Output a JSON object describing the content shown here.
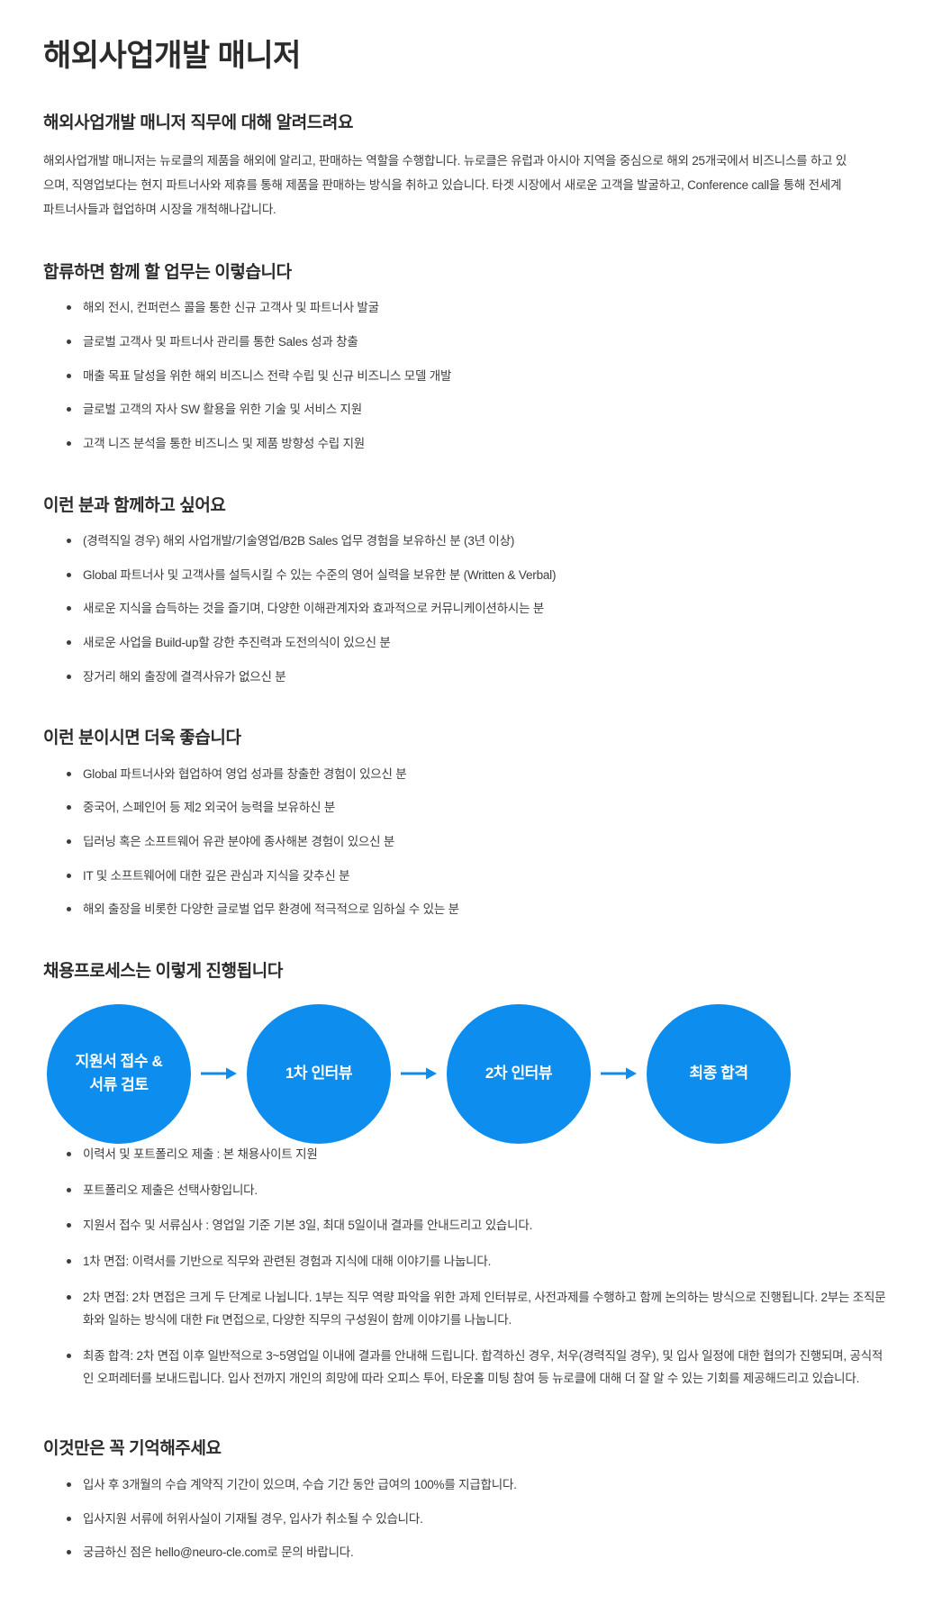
{
  "job_title": "해외사업개발 매니저",
  "accent_color": "#0d8eef",
  "text_color": "#3c3c3c",
  "heading_color": "#2b2b2b",
  "sections": {
    "about": {
      "heading": "해외사업개발 매니저 직무에 대해 알려드려요",
      "paragraph": "해외사업개발 매니저는 뉴로클의 제품을 해외에 알리고, 판매하는 역할을 수행합니다. 뉴로클은 유럽과 아시아 지역을 중심으로 해외 25개국에서 비즈니스를 하고 있으며, 직영업보다는 현지 파트너사와 제휴를 통해 제품을 판매하는 방식을 취하고 있습니다. 타겟 시장에서 새로운 고객을 발굴하고, Conference call을 통해 전세계 파트너사들과 협업하며 시장을 개척해나갑니다."
    },
    "responsibilities": {
      "heading": "합류하면 함께 할 업무는 이렇습니다",
      "items": [
        "해외 전시, 컨퍼런스 콜을 통한 신규 고객사 및 파트너사 발굴",
        "글로벌 고객사 및 파트너사 관리를 통한 Sales 성과 창출",
        "매출 목표 달성을 위한 해외 비즈니스 전략 수립 및 신규 비즈니스 모델 개발",
        "글로벌 고객의 자사 SW 활용을 위한 기술 및 서비스 지원",
        "고객 니즈 분석을 통한 비즈니스 및 제품 방향성 수립 지원"
      ]
    },
    "qualifications": {
      "heading": "이런 분과 함께하고 싶어요",
      "items": [
        "(경력직일 경우) 해외 사업개발/기술영업/B2B Sales 업무 경험을 보유하신 분 (3년 이상)",
        "Global 파트너사 및 고객사를 설득시킬 수 있는 수준의 영어 실력을 보유한 분 (Written & Verbal)",
        "새로운 지식을 습득하는 것을 즐기며, 다양한 이해관계자와 효과적으로 커뮤니케이션하시는 분",
        "새로운 사업을 Build-up할 강한 추진력과 도전의식이 있으신 분",
        "장거리 해외 출장에 결격사유가 없으신 분"
      ]
    },
    "preferred": {
      "heading": "이런 분이시면 더욱 좋습니다",
      "items": [
        "Global 파트너사와 협업하여 영업 성과를 창출한 경험이 있으신 분",
        "중국어, 스페인어 등 제2 외국어 능력을 보유하신 분",
        "딥러닝 혹은 소프트웨어 유관 분야에 종사해본 경험이 있으신 분",
        " IT 및 소프트웨어에 대한 깊은 관심과 지식을 갖추신 분",
        "해외 출장을 비롯한 다양한 글로벌 업무 환경에 적극적으로 임하실 수 있는 분"
      ]
    },
    "process": {
      "heading": "채용프로세스는 이렇게 진행됩니다",
      "steps": [
        {
          "label_lines": [
            "지원서 접수 &",
            "서류 검토"
          ]
        },
        {
          "label_lines": [
            "1차 인터뷰"
          ]
        },
        {
          "label_lines": [
            "2차 인터뷰"
          ]
        },
        {
          "label_lines": [
            "최종 합격"
          ]
        }
      ],
      "arrow_icon": "arrow-right-icon",
      "notes": [
        "이력서 및 포트폴리오 제출 : 본 채용사이트 지원",
        "포트폴리오 제출은 선택사항입니다.",
        "지원서 접수 및 서류심사 : 영업일 기준 기본 3일, 최대 5일이내 결과를 안내드리고 있습니다.",
        "1차 면접: 이력서를 기반으로 직무와 관련된 경험과 지식에 대해 이야기를 나눕니다.",
        "2차 면접: 2차 면접은 크게 두 단계로 나뉩니다. 1부는 직무 역량 파악을 위한 과제 인터뷰로, 사전과제를 수행하고 함께 논의하는 방식으로 진행됩니다. 2부는 조직문화와 일하는 방식에 대한 Fit 면접으로, 다양한 직무의 구성원이 함께 이야기를 나눕니다.",
        "최종 합격: 2차 면접 이후 일반적으로 3~5영업일 이내에 결과를 안내해 드립니다. 합격하신 경우, 처우(경력직일 경우), 및 입사 일정에 대한 협의가 진행되며, 공식적인 오퍼레터를 보내드립니다. 입사 전까지 개인의 희망에 따라 오피스 투어, 타운홀 미팅 참여 등 뉴로클에 대해 더 잘 알 수 있는 기회를 제공해드리고 있습니다."
      ]
    },
    "remember": {
      "heading": "이것만은 꼭 기억해주세요",
      "items": [
        "입사 후 3개월의 수습 계약직 기간이 있으며, 수습 기간 동안 급여의 100%를 지급합니다.",
        "입사지원 서류에 허위사실이 기재될 경우, 입사가 취소될 수 있습니다.",
        "궁금하신 점은 hello@neuro-cle.com로 문의 바랍니다."
      ]
    }
  }
}
